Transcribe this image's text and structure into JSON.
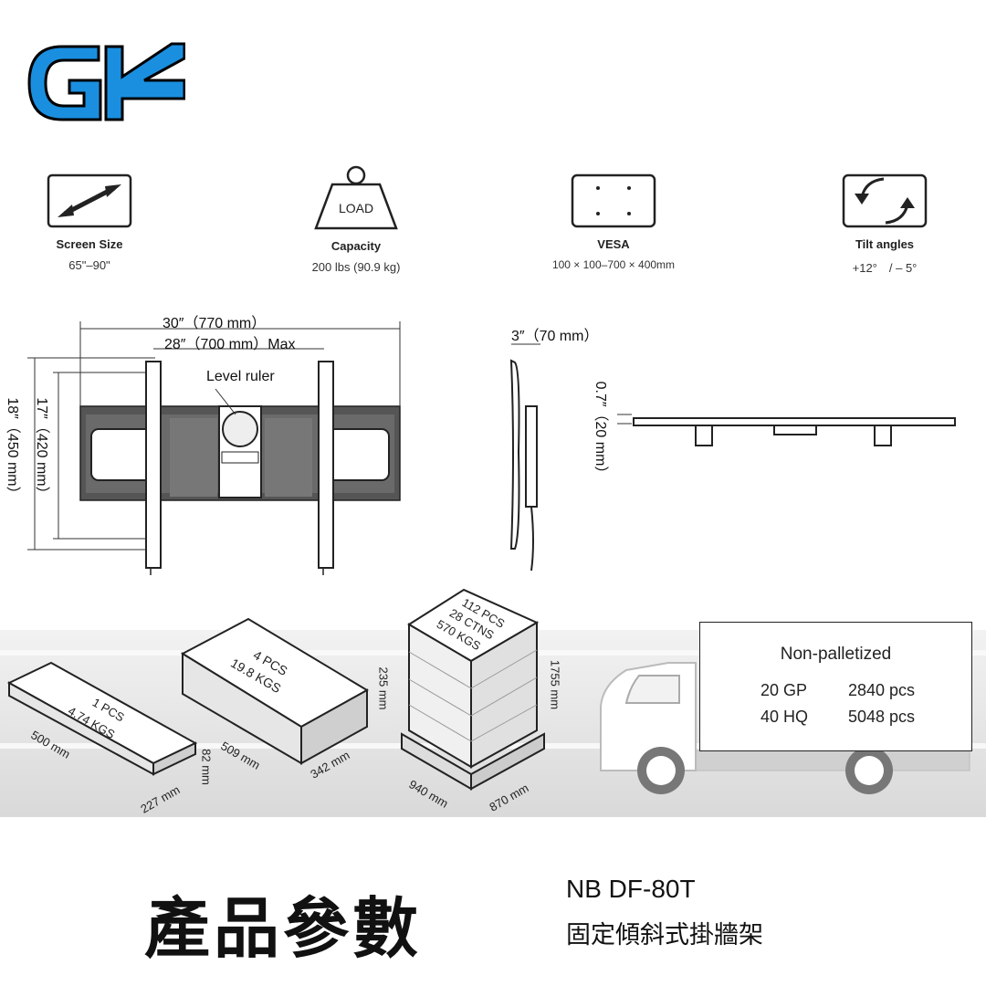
{
  "brand": {
    "logo_text": "GK",
    "logo_color": "#1a8fe0"
  },
  "specs": [
    {
      "icon": "diagonal-arrow-icon",
      "label": "Screen Size",
      "value": "65\"–90\""
    },
    {
      "icon": "weight-load-icon",
      "icon_text": "LOAD",
      "label": "Capacity",
      "value": "200 lbs (90.9 kg)"
    },
    {
      "icon": "vesa-pattern-icon",
      "label": "VESA",
      "value": "100 × 100–700 × 400mm"
    },
    {
      "icon": "tilt-rotate-icon",
      "label": "Tilt angles",
      "value": "+12°　/ – 5°"
    }
  ],
  "front_view": {
    "width_label": "30″（770 mm）",
    "max_label": "28″（700 mm）Max",
    "level_label": "Level ruler",
    "height_outer_label": "18″（450 mm）",
    "height_inner_label": "17″（420 mm）"
  },
  "side_view": {
    "depth_label": "3″（70 mm）"
  },
  "top_view": {
    "gap_label": "0.7″（20 mm）"
  },
  "packaging": {
    "single": {
      "qty": "1 PCS",
      "weight": "4.74 KGS",
      "length": "500 mm",
      "width": "227 mm",
      "height": "82 mm"
    },
    "carton": {
      "qty": "4 PCS",
      "weight": "19.8 KGS",
      "length": "509 mm",
      "width": "342 mm",
      "height": "235 mm"
    },
    "pallet": {
      "pcs": "112 PCS",
      "ctns": "28 CTNS",
      "weight": "570 KGS",
      "height": "1755 mm",
      "length": "940 mm",
      "width": "870 mm"
    }
  },
  "shipping": {
    "title": "Non-palletized",
    "rows": [
      {
        "container": "20 GP",
        "qty": "2840 pcs"
      },
      {
        "container": "40 HQ",
        "qty": "5048 pcs"
      }
    ]
  },
  "footer": {
    "title": "產品參數",
    "model": "NB DF-80T",
    "subtitle": "固定傾斜式掛牆架"
  }
}
